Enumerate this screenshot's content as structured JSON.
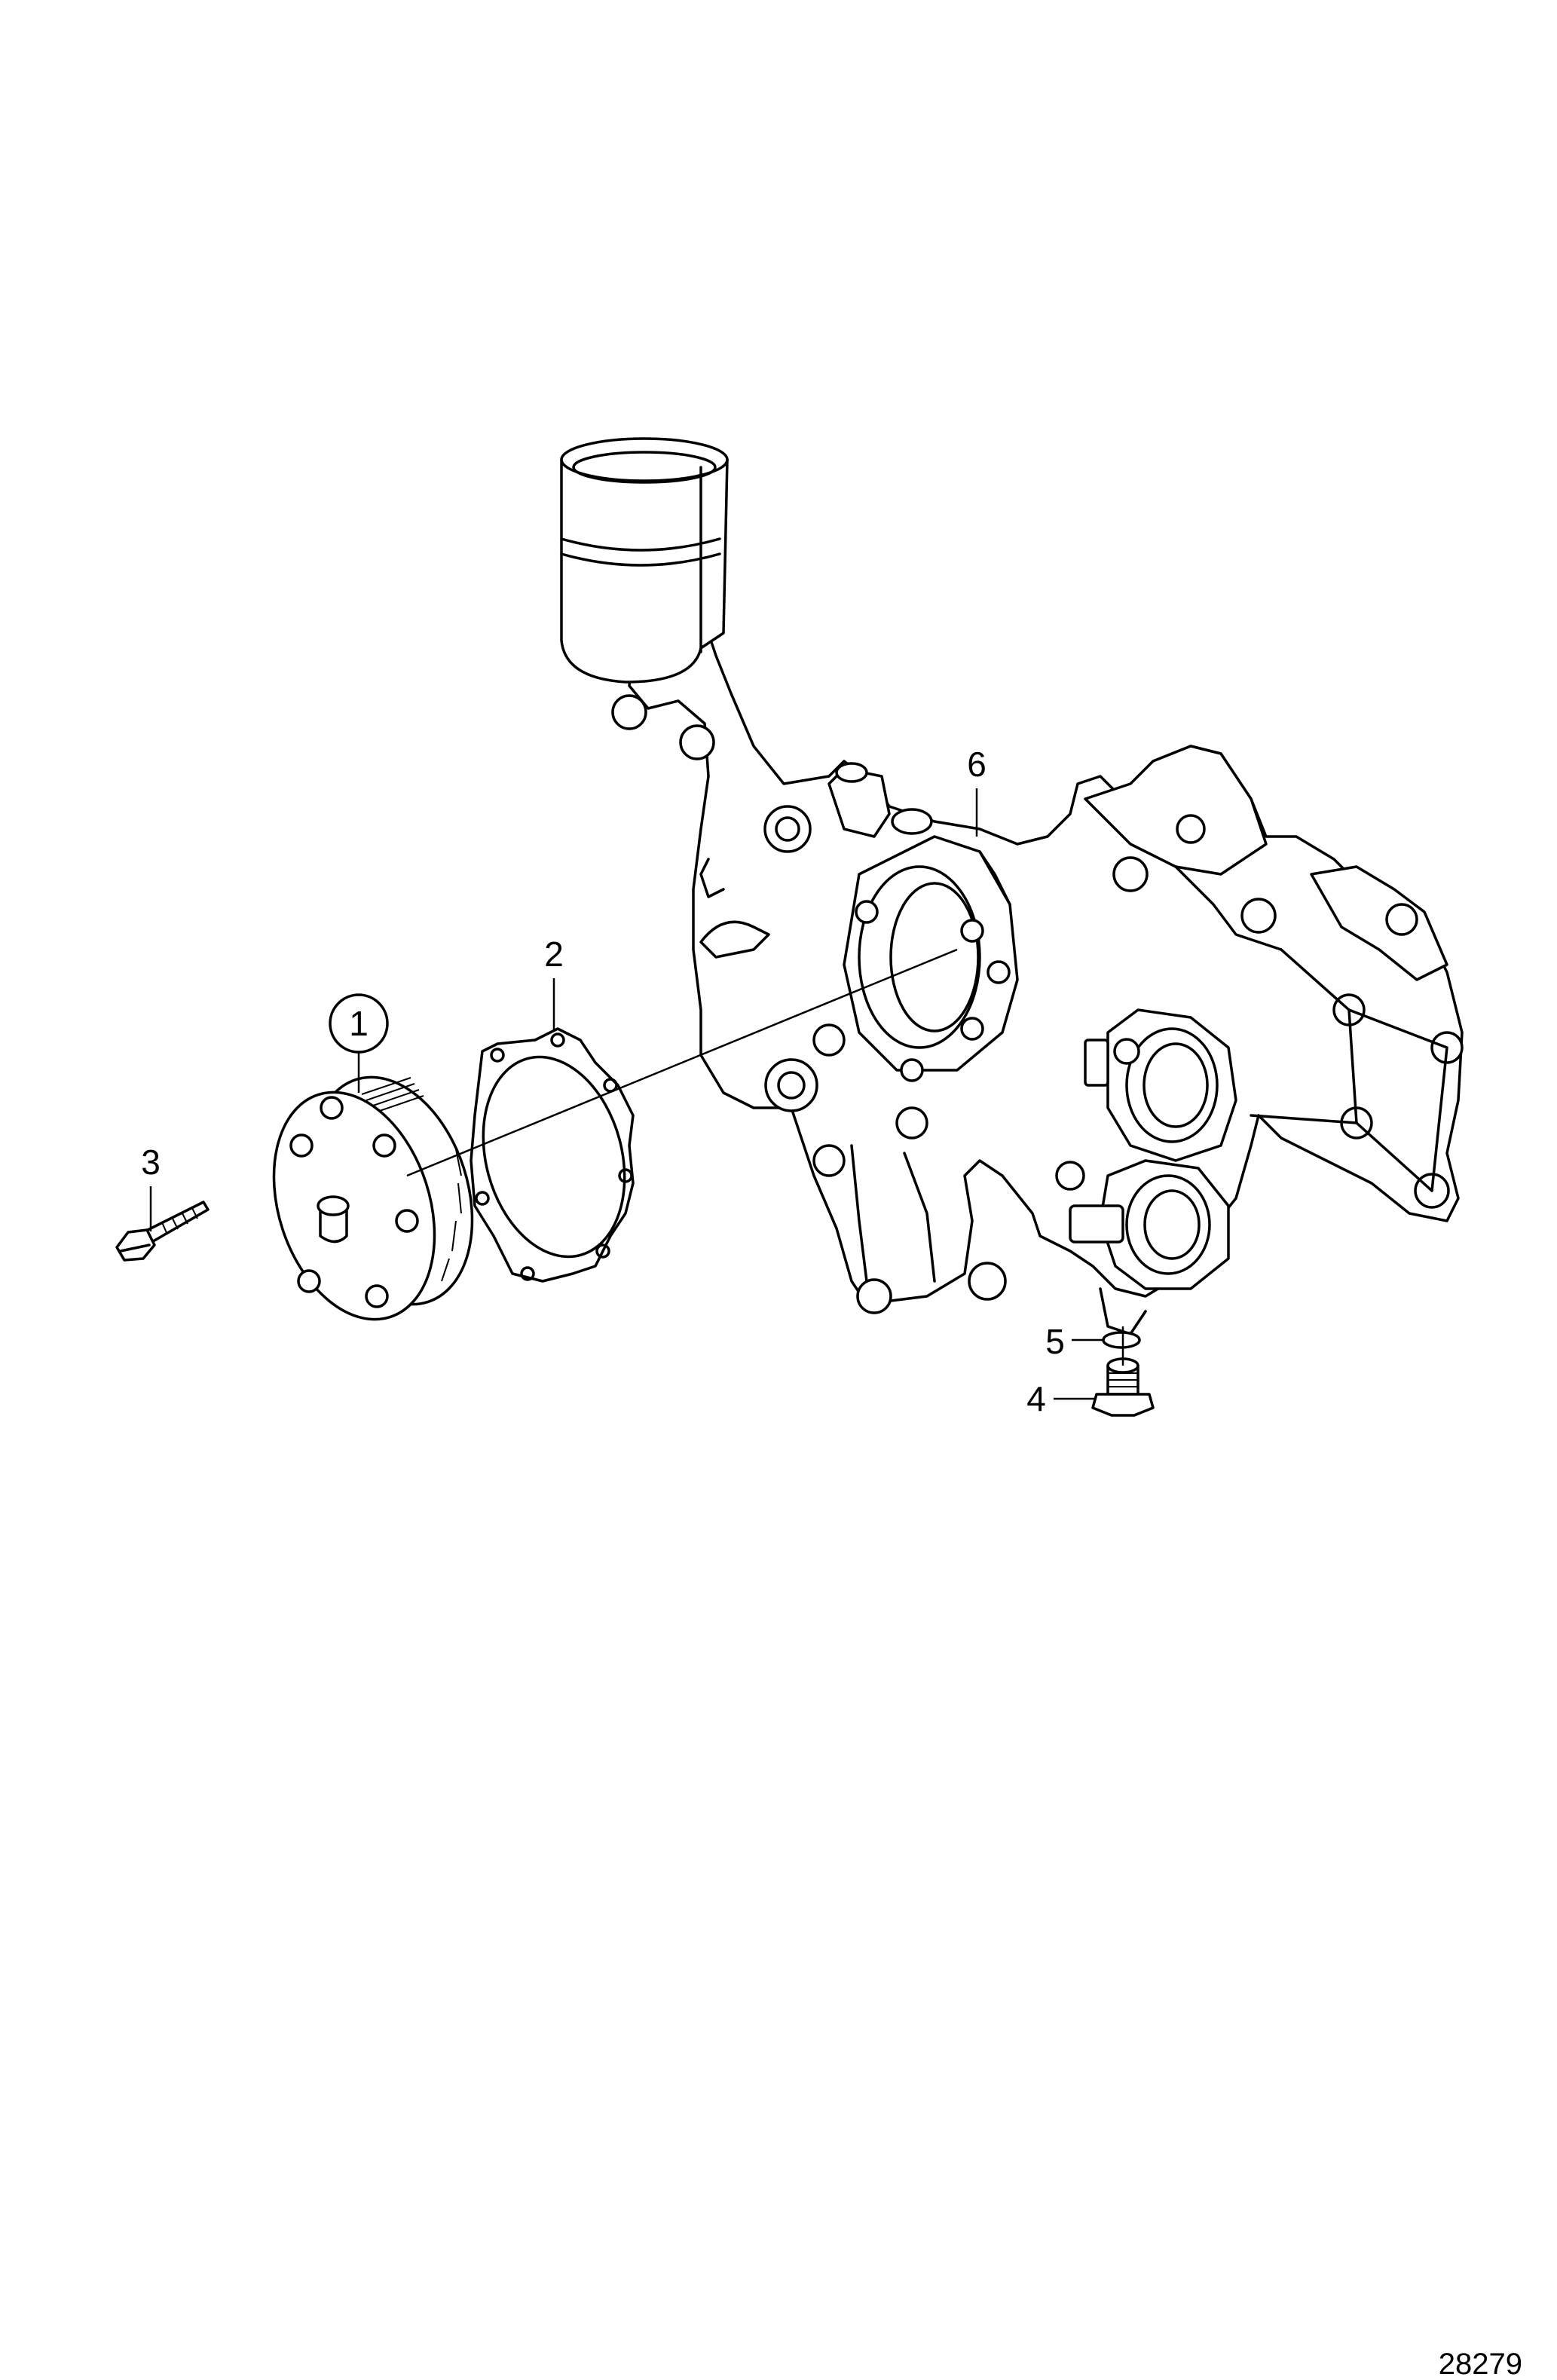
{
  "callouts": {
    "c1": "1",
    "c2": "2",
    "c3": "3",
    "c4": "4",
    "c5": "5",
    "c6": "6"
  },
  "drawing_number": "28279",
  "colors": {
    "line": "#000000",
    "background": "#ffffff"
  }
}
